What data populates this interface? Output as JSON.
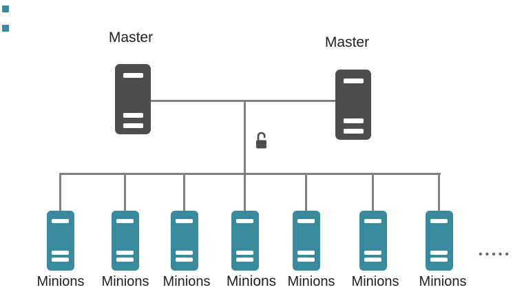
{
  "diagram": {
    "type": "architecture-topology",
    "masters": [
      {
        "label": "Master"
      },
      {
        "label": "Master"
      }
    ],
    "minions": [
      {
        "label": "Minions"
      },
      {
        "label": "Minions"
      },
      {
        "label": "Minions"
      },
      {
        "label": "Minions"
      },
      {
        "label": "Minions"
      },
      {
        "label": "Minions"
      },
      {
        "label": "Minions"
      }
    ],
    "more_minions_dots": "•••••",
    "icons": {
      "master": "server-tower-icon",
      "minion": "server-tower-icon",
      "security": "open-padlock-icon",
      "more": "ellipsis-dots"
    },
    "colors": {
      "master_fill": "#4D4D4D",
      "minion_fill": "#398A9D",
      "connector_line": "#808080",
      "label_text": "#1F1F1F",
      "dots": "#666666"
    }
  }
}
